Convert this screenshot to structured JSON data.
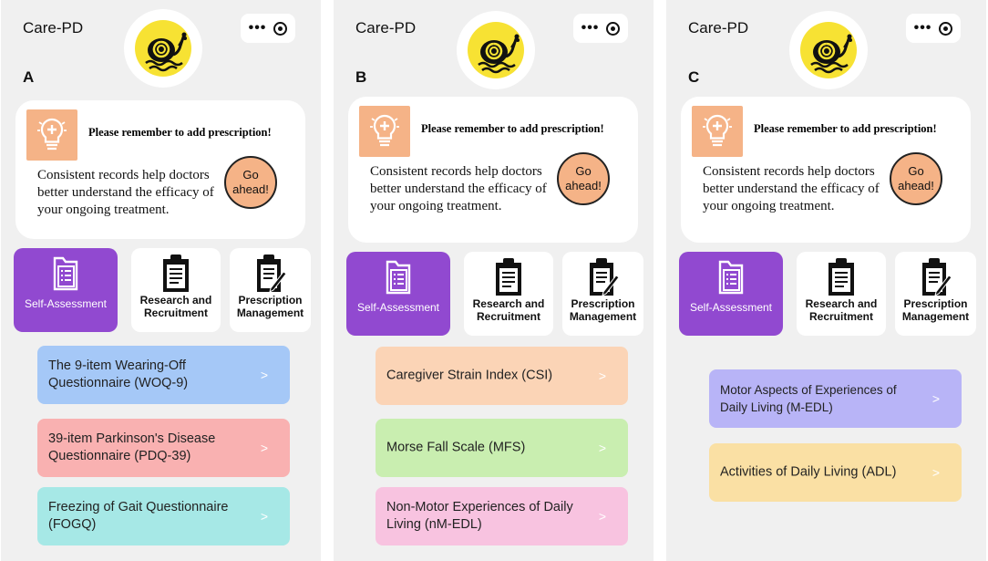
{
  "panels": [
    {
      "app_title": "Care-PD",
      "letter": "A",
      "reminder": {
        "title": "Please remember to add prescription!",
        "body": "Consistent records help doctors better understand the efficacy of your ongoing treatment.",
        "button": "Go ahead!"
      },
      "tabs": {
        "self": "Self-Assessment",
        "research": "Research and Recruitment",
        "prescription": "Prescription Management"
      },
      "questionnaires": [
        {
          "label": "The 9-item Wearing-Off Questionnaire (WOQ-9)",
          "chevron": ">",
          "color": "#a5c8f7"
        },
        {
          "label": "39-item Parkinson's Disease Questionnaire (PDQ-39)",
          "chevron": ">",
          "color": "#f9b1b1"
        },
        {
          "label": "Freezing of Gait Questionnaire (FOGQ)",
          "chevron": ">",
          "color": "#a6e8e6"
        }
      ]
    },
    {
      "app_title": "Care-PD",
      "letter": "B",
      "reminder": {
        "title": "Please remember to add prescription!",
        "body": "Consistent records help doctors better understand the efficacy of your ongoing treatment.",
        "button": "Go ahead!"
      },
      "tabs": {
        "self": "Self-Assessment",
        "research": "Research and Recruitment",
        "prescription": "Prescription Management"
      },
      "questionnaires": [
        {
          "label": "Caregiver Strain Index (CSI)",
          "chevron": ">",
          "color": "#fbd4b6"
        },
        {
          "label": "Morse Fall Scale (MFS)",
          "chevron": ">",
          "color": "#c9eeb0"
        },
        {
          "label": "Non-Motor Experiences of Daily Living (nM-EDL)",
          "chevron": ">",
          "color": "#f8c3e0"
        }
      ]
    },
    {
      "app_title": "Care-PD",
      "letter": "C",
      "reminder": {
        "title": "Please remember to add prescription!",
        "body": "Consistent records help doctors better understand the efficacy of your ongoing treatment.",
        "button": "Go ahead!"
      },
      "tabs": {
        "self": "Self-Assessment",
        "research": "Research and Recruitment",
        "prescription": "Prescription Management"
      },
      "questionnaires": [
        {
          "label": "Motor Aspects of Experiences of Daily Living (M-EDL)",
          "chevron": ">",
          "color": "#b8b4f7"
        },
        {
          "label": "Activities of Daily Living (ADL)",
          "chevron": ">",
          "color": "#fae0a4"
        }
      ]
    }
  ],
  "icons": {
    "logo": "snail-logo-icon",
    "menu": "more-dots-icon",
    "target": "target-icon",
    "bulb": "lightbulb-plus-icon",
    "self": "folder-checklist-icon",
    "research": "clipboard-icon",
    "prescription": "clipboard-pen-icon"
  },
  "colors": {
    "accent_purple": "#9149d0",
    "reminder_orange": "#f5b387",
    "logo_yellow": "#f7e233",
    "panel_bg": "#f0f0f0"
  }
}
